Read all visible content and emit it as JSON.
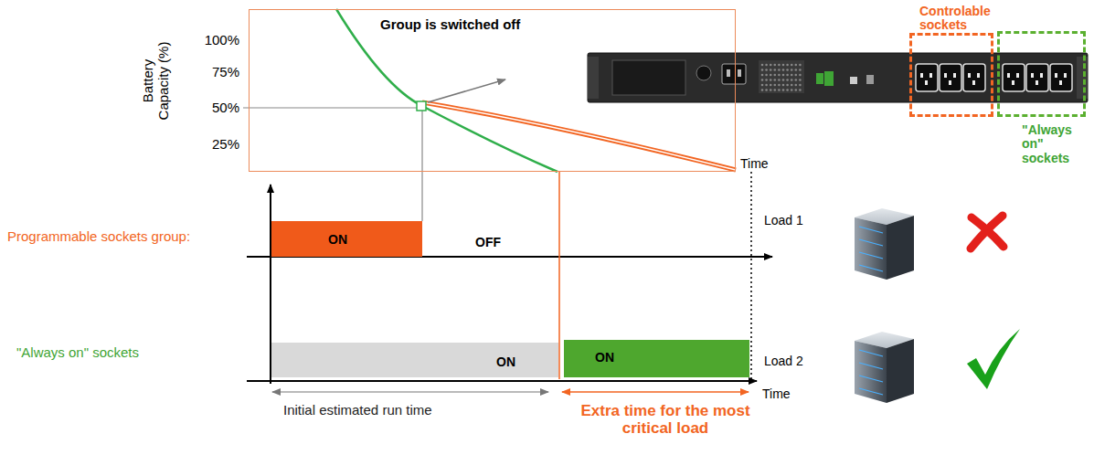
{
  "diagram": {
    "nodes": [
      {
        "text": [
          "Group is switched off"
        ]
      },
      {
        "text": [
          "Controlable sockets"
        ]
      },
      {
        "text": [
          "\"Always on\" sockets"
        ]
      },
      {
        "text": [
          "ON"
        ]
      },
      {
        "text": [
          "ON"
        ]
      },
      {
        "text": [
          "ON"
        ]
      }
    ],
    "labels": [
      "Battery Capacity (%)",
      "100%",
      "75%",
      "50%",
      "25%",
      "Time",
      "Programmable sockets group:",
      "OFF",
      "Load 1",
      "\"Always on\" sockets",
      "Load 2",
      "Time",
      "Initial estimated run time",
      "Extra time for the most critical load"
    ]
  }
}
